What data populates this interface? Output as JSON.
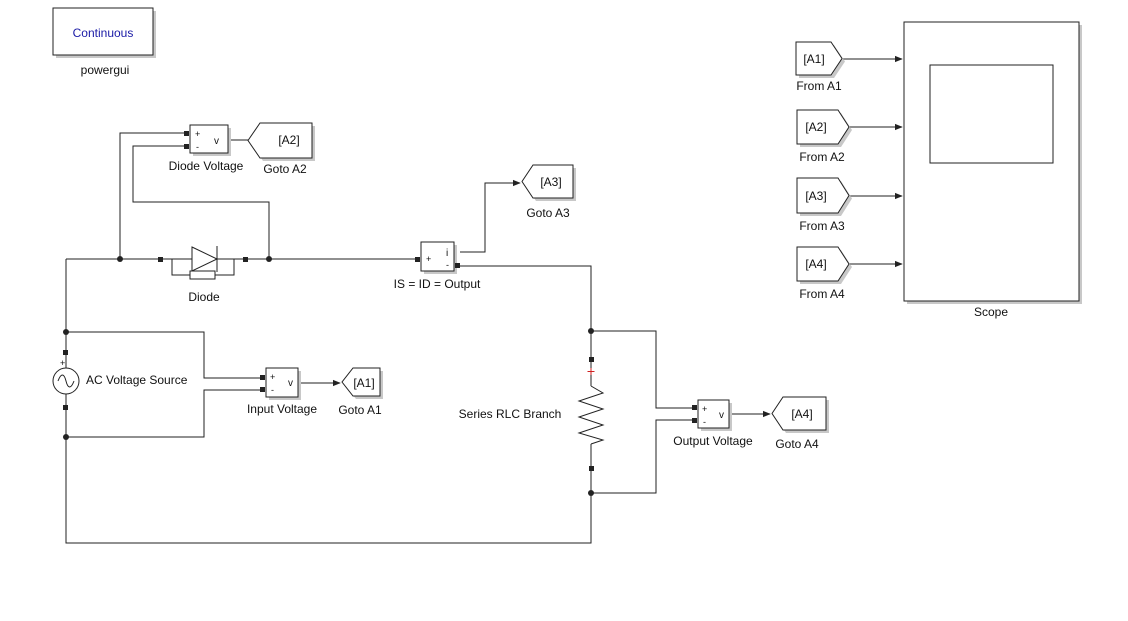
{
  "powergui": {
    "mode": "Continuous",
    "name": "powergui"
  },
  "blocks": {
    "ac_source": {
      "name": "AC Voltage Source"
    },
    "diode": {
      "name": "Diode"
    },
    "diode_voltage": {
      "name": "Diode Voltage",
      "plus": "+",
      "minus": "-",
      "out": "v"
    },
    "input_voltage": {
      "name": "Input Voltage",
      "plus": "+",
      "minus": "-",
      "out": "v"
    },
    "output_voltage": {
      "name": "Output Voltage",
      "plus": "+",
      "minus": "-",
      "out": "v"
    },
    "current": {
      "name": "IS = ID = Output",
      "plus": "+",
      "minus": "-",
      "out": "i"
    },
    "rlc": {
      "name": "Series RLC Branch"
    },
    "scope": {
      "name": "Scope"
    }
  },
  "goto": {
    "a1": {
      "tag": "[A1]",
      "name": "Goto A1"
    },
    "a2": {
      "tag": "[A2]",
      "name": "Goto A2"
    },
    "a3": {
      "tag": "[A3]",
      "name": "Goto A3"
    },
    "a4": {
      "tag": "[A4]",
      "name": "Goto  A4"
    }
  },
  "from": {
    "a1": {
      "tag": "[A1]",
      "name": "From A1"
    },
    "a2": {
      "tag": "[A2]",
      "name": "From A2"
    },
    "a3": {
      "tag": "[A3]",
      "name": "From A3"
    },
    "a4": {
      "tag": "[A4]",
      "name": "From A4"
    }
  }
}
